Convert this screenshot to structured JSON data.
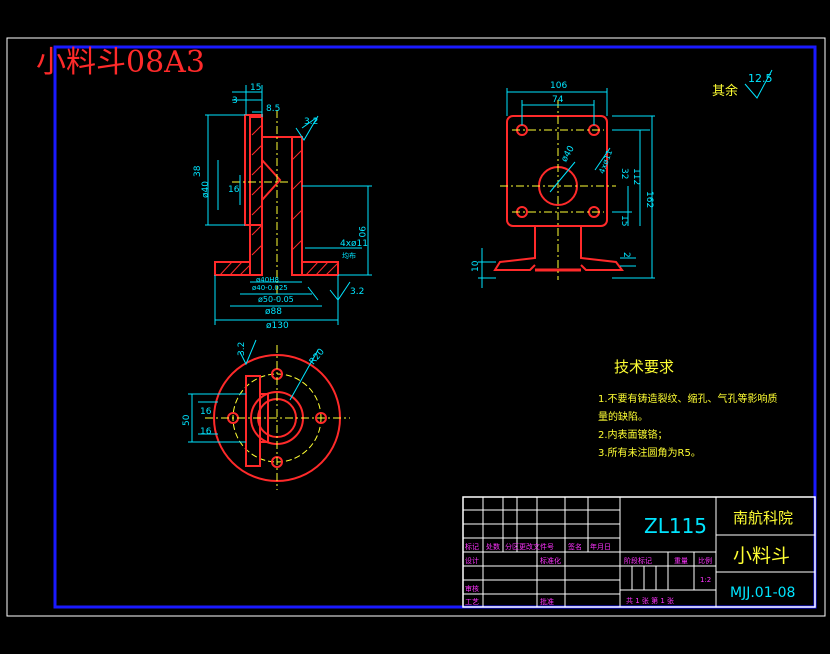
{
  "title": "小料斗08A3",
  "roughness_note": {
    "label": "其余",
    "value": "12.5"
  },
  "dims_front": {
    "d15": "15",
    "d3": "3",
    "d8_5": "8.5",
    "d38": "38",
    "d40": "ø40",
    "d16": "16",
    "d90": "90",
    "holes": "4xø11",
    "holes_sub": "均布",
    "bore1": "ø40H8",
    "bore1b": "ø40-0.025",
    "bore2": "ø50-0.05",
    "d88": "ø88",
    "d130": "ø130",
    "r32a": "3.2",
    "r32b": "3.2"
  },
  "dims_side": {
    "d106": "106",
    "d74": "74",
    "d40": "ø40",
    "d4phi": "4xø11",
    "d32": "32",
    "d112": "112",
    "d15": "15",
    "d162": "162",
    "d2": "2",
    "d10": "10"
  },
  "dims_top": {
    "d50": "50",
    "d16a": "16",
    "d16b": "16",
    "d32": "3.2",
    "dR": "R20"
  },
  "tech": {
    "heading": "技术要求",
    "items": [
      "1.不要有铸造裂纹、缩孔、气孔等影响质",
      "量的缺陷。",
      "2.内表面镀铬；",
      "3.所有未注圆角为R5。"
    ]
  },
  "titleblock": {
    "material": "ZL115",
    "org": "南航科院",
    "part_name": "小料斗",
    "drawing_no": "MJJ.01-08",
    "row_labels": [
      "标记",
      "处数",
      "分区",
      "更改文件号",
      "签名",
      "年月日"
    ],
    "left_labels": [
      "设计",
      "审核",
      "工艺"
    ],
    "std_label": "标准化",
    "approve_label": "批准",
    "stage_label": "阶段标记",
    "weight_label": "重量",
    "scale_label": "比例",
    "scale_value": "1:2",
    "sheet_text": "共 1 张  第 1 张"
  },
  "colors": {
    "red": "#ff2a2a",
    "cyan": "#00e5ff",
    "blue": "#1a1aff",
    "yellow": "#ffff33",
    "magenta": "#ff33ff",
    "white": "#ffffff",
    "green": "#33ff33"
  }
}
